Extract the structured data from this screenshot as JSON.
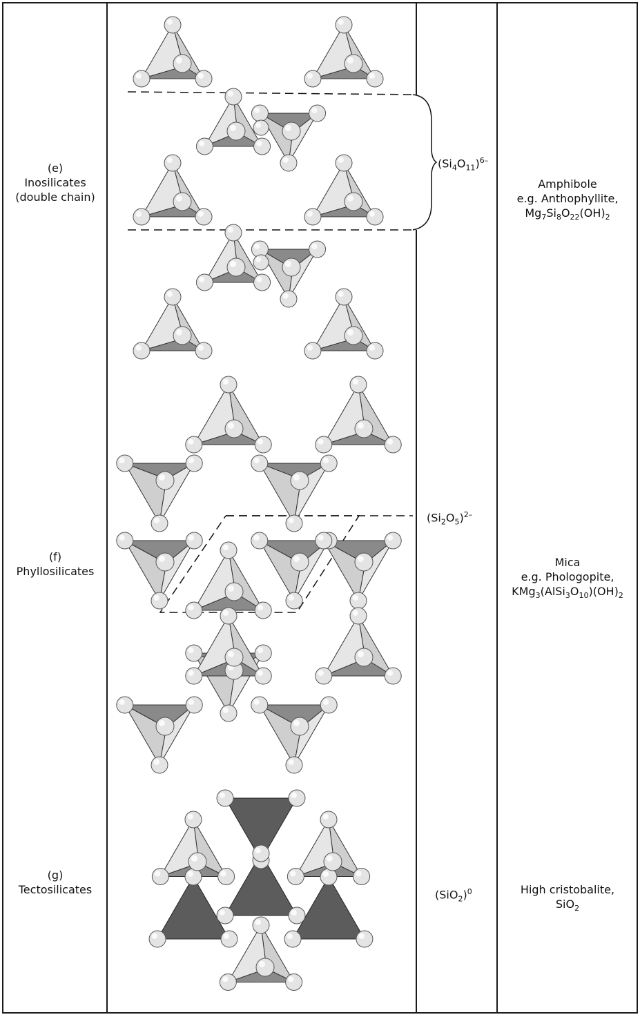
{
  "rows": [
    {
      "letter": "(e)",
      "class_lines": [
        "Inosilicates",
        "(double chain)"
      ],
      "unit": {
        "pre": "(Si",
        "s1": "4",
        "mid": "O",
        "s2": "11",
        "close": ")",
        "charge": "6–"
      },
      "mineral_title": "Amphibole",
      "mineral_example": "e.g. Anthophyllite,",
      "mineral_formula_parts": [
        {
          "t": "Mg"
        },
        {
          "sub": "7"
        },
        {
          "t": "Si"
        },
        {
          "sub": "8"
        },
        {
          "t": "O"
        },
        {
          "sub": "22"
        },
        {
          "t": "(OH)"
        },
        {
          "sub": "2"
        }
      ]
    },
    {
      "letter": "(f)",
      "class_lines": [
        "Phyllosilicates"
      ],
      "unit": {
        "pre": "(Si",
        "s1": "2",
        "mid": "O",
        "s2": "5",
        "close": ")",
        "charge": "2–"
      },
      "mineral_title": "Mica",
      "mineral_example": "e.g. Phologopite,",
      "mineral_formula_parts": [
        {
          "t": "KMg"
        },
        {
          "sub": "3"
        },
        {
          "t": "(AlSi"
        },
        {
          "sub": "3"
        },
        {
          "t": "O"
        },
        {
          "sub": "10"
        },
        {
          "t": ")(OH)"
        },
        {
          "sub": "2"
        }
      ]
    },
    {
      "letter": "(g)",
      "class_lines": [
        "Tectosilicates"
      ],
      "unit": {
        "pre": "(SiO",
        "s1": "2",
        "mid": "",
        "s2": "",
        "close": ")",
        "charge": "0"
      },
      "mineral_title": "High cristobalite,",
      "mineral_example": "",
      "mineral_formula_parts": [
        {
          "t": "SiO"
        },
        {
          "sub": "2"
        }
      ]
    }
  ],
  "colors": {
    "line": "#1a1a1a",
    "tetra_light": "#d6d6d6",
    "tetra_dark": "#5c5c5c",
    "atom": "#e4e4e4"
  }
}
